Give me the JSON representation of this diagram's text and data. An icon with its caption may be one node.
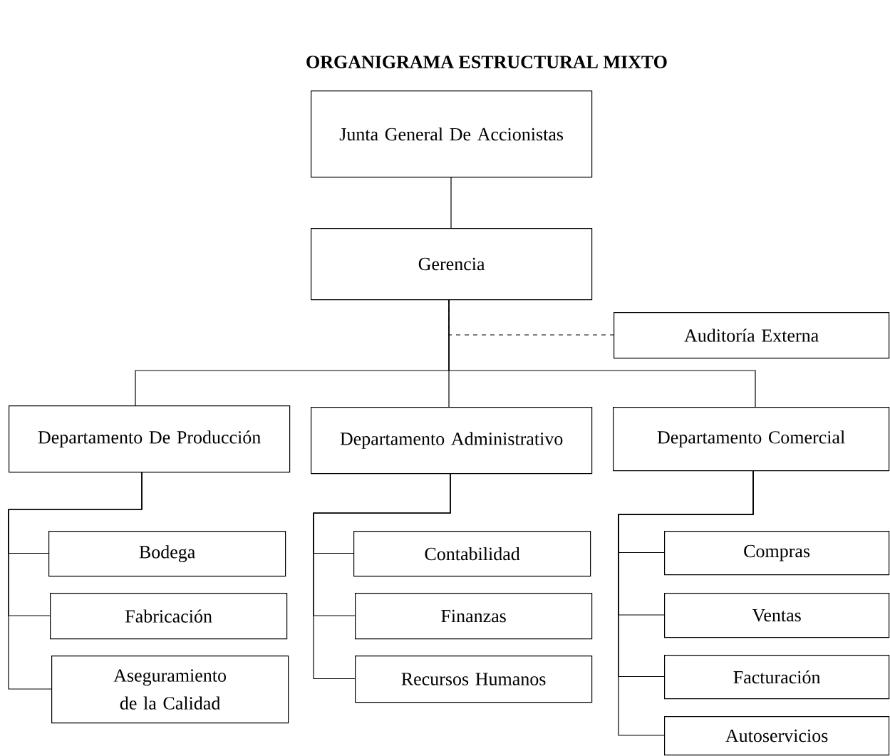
{
  "diagram": {
    "title": "ORGANIGRAMA ESTRUCTURAL MIXTO",
    "nodes": [
      {
        "text": [
          "Junta General De Accionistas"
        ]
      },
      {
        "text": [
          "Gerencia"
        ]
      },
      {
        "text": [
          "Auditoría Externa"
        ]
      },
      {
        "text": [
          "Departamento De Producción"
        ]
      },
      {
        "text": [
          "Departamento Administrativo"
        ]
      },
      {
        "text": [
          "Departamento Comercial"
        ]
      },
      {
        "text": [
          "Bodega"
        ]
      },
      {
        "text": [
          "Fabricación"
        ]
      },
      {
        "text": [
          "Aseguramiento de la Calidad"
        ]
      },
      {
        "text": [
          "Contabilidad"
        ]
      },
      {
        "text": [
          "Finanzas"
        ]
      },
      {
        "text": [
          "Recursos Humanos"
        ]
      },
      {
        "text": [
          "Compras"
        ]
      },
      {
        "text": [
          "Ventas"
        ]
      },
      {
        "text": [
          "Facturación"
        ]
      },
      {
        "text": [
          "Autoservicios"
        ]
      }
    ],
    "edges": [
      {
        "from": 0,
        "to": 1,
        "arrow": "none"
      },
      {
        "from": 1,
        "to": 2,
        "arrow": "none",
        "style": "dashed"
      },
      {
        "from": 1,
        "to": 3,
        "arrow": "none"
      },
      {
        "from": 1,
        "to": 4,
        "arrow": "none"
      },
      {
        "from": 1,
        "to": 5,
        "arrow": "none"
      },
      {
        "from": 3,
        "to": 6,
        "arrow": "none"
      },
      {
        "from": 3,
        "to": 7,
        "arrow": "none"
      },
      {
        "from": 3,
        "to": 8,
        "arrow": "none"
      },
      {
        "from": 4,
        "to": 9,
        "arrow": "none"
      },
      {
        "from": 4,
        "to": 10,
        "arrow": "none"
      },
      {
        "from": 4,
        "to": 11,
        "arrow": "none"
      },
      {
        "from": 5,
        "to": 12,
        "arrow": "none"
      },
      {
        "from": 5,
        "to": 13,
        "arrow": "none"
      },
      {
        "from": 5,
        "to": 14,
        "arrow": "none"
      },
      {
        "from": 5,
        "to": 15,
        "arrow": "none"
      }
    ]
  }
}
